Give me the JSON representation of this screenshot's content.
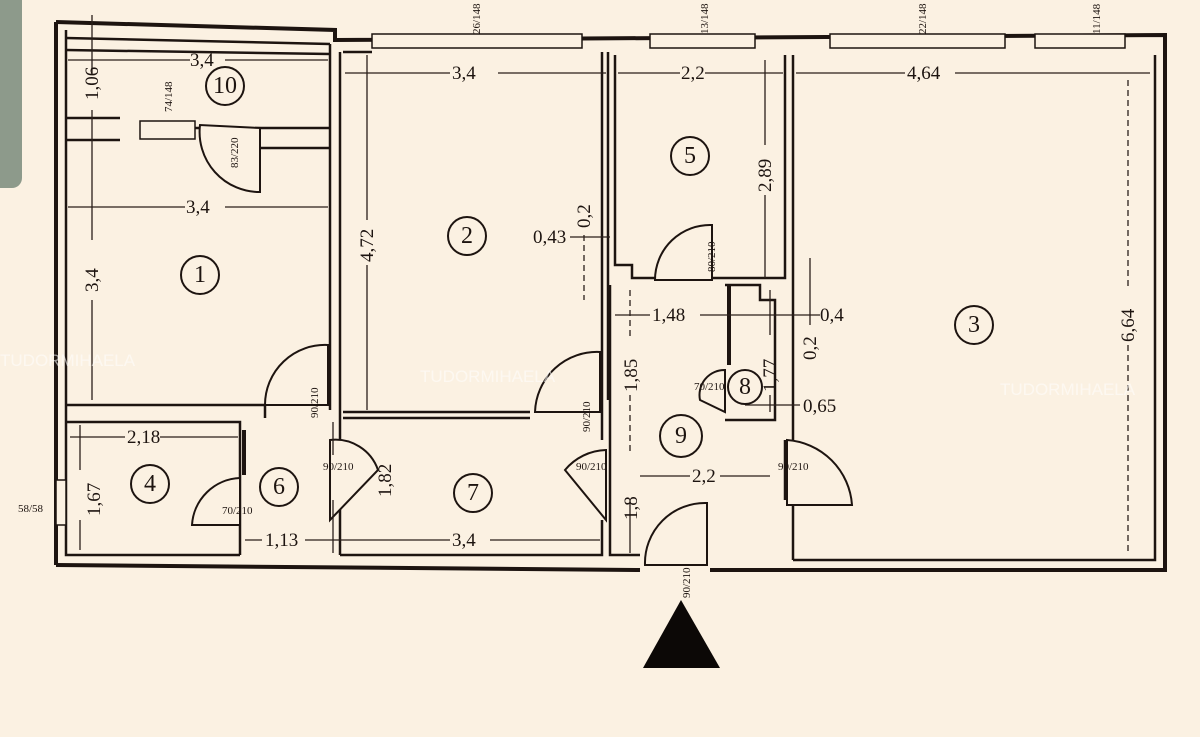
{
  "rooms": [
    {
      "number": "1",
      "width": "3,4",
      "height": "3,4"
    },
    {
      "number": "2",
      "width": "3,4",
      "height": "4,72"
    },
    {
      "number": "3",
      "width": "4,64",
      "height": "6,64"
    },
    {
      "number": "4",
      "width": "2,18",
      "height": "1,67"
    },
    {
      "number": "5",
      "width": "2,2",
      "height": "2,89"
    },
    {
      "number": "6",
      "width": "1,13"
    },
    {
      "number": "7",
      "width": "3,4",
      "height": "1,82"
    },
    {
      "number": "8",
      "height": "1,77"
    },
    {
      "number": "9",
      "width": "2,2",
      "height": "1,85",
      "height2": "1,8",
      "width2": "1,48"
    },
    {
      "number": "10",
      "width": "3,4",
      "height": "1,06"
    }
  ],
  "extra_dims": {
    "d043": "0,43",
    "d02a": "0,2",
    "d04": "0,4",
    "d02b": "0,2",
    "d065": "0,65"
  },
  "openings": {
    "window_10": "74/148",
    "door_10": "83/220",
    "door_5": "80/210",
    "door_1": "90/210",
    "door_2": "90/210",
    "door_6_7": "90/210",
    "door_4": "70/210",
    "door_9_7": "90/210",
    "door_3": "90/210",
    "door_8": "70/210",
    "door_entry": "90/210",
    "window_4": "58/58",
    "window_top_1": "26/148",
    "window_top_2": "13/148",
    "window_top_3": "22/148",
    "window_top_4": "11/148"
  },
  "watermark": "TUDORMIHAELA",
  "colors": {
    "paper": "#fbf1e2",
    "ink": "#1d1410"
  }
}
